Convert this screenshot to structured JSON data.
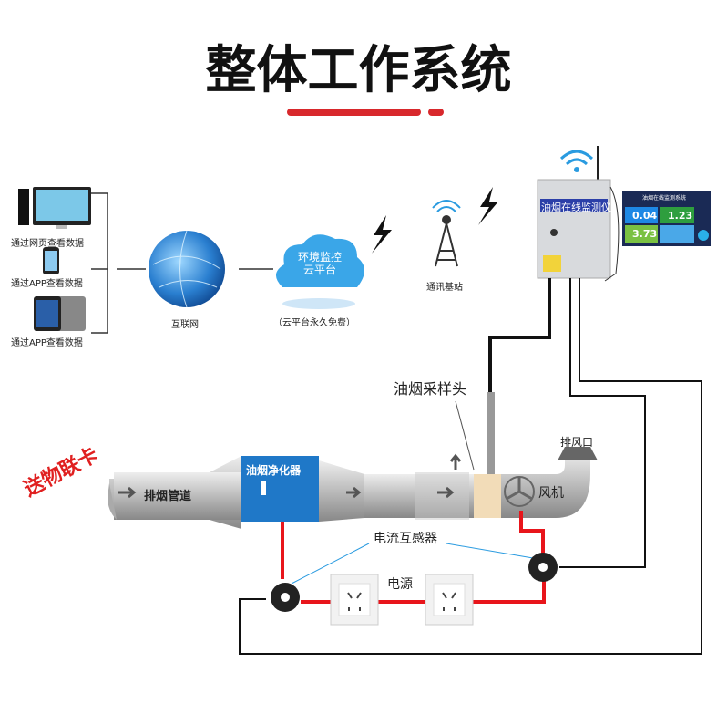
{
  "title": "整体工作系统",
  "colors": {
    "accent": "#d8282c",
    "cabinet_banner": "#2b3fa8",
    "purifier": "#1f78c8",
    "wire_red": "#e8151b",
    "wire_black": "#111111",
    "signal_blue": "#2a9be0"
  },
  "clients": [
    {
      "label": "通过网页查看数据",
      "icon": "desktop-computer-icon"
    },
    {
      "label": "通过APP查看数据",
      "icon": "smartphone-icon"
    },
    {
      "label": "通过APP查看数据",
      "icon": "tablet-icon"
    }
  ],
  "internet": {
    "label": "互联网",
    "icon": "globe-icon"
  },
  "cloud": {
    "text": "环境监控云平台",
    "label": "（云平台永久免费）"
  },
  "base_station": {
    "label": "通讯基站",
    "icon": "signal-tower-icon"
  },
  "monitor": {
    "banner": "油烟在线监测仪"
  },
  "screen": {
    "title": "油烟在线监测系统",
    "values": [
      "0.04",
      "1.23",
      "3.73"
    ]
  },
  "side_label": "送物联卡",
  "probe_label": "油烟采样头",
  "duct": {
    "pipe_label": "排烟管道",
    "purifier_label": "油烟净化器",
    "fan_label": "风机",
    "exhaust_label": "排风口"
  },
  "sensor_label": "电流互感器",
  "power_label": "电源"
}
